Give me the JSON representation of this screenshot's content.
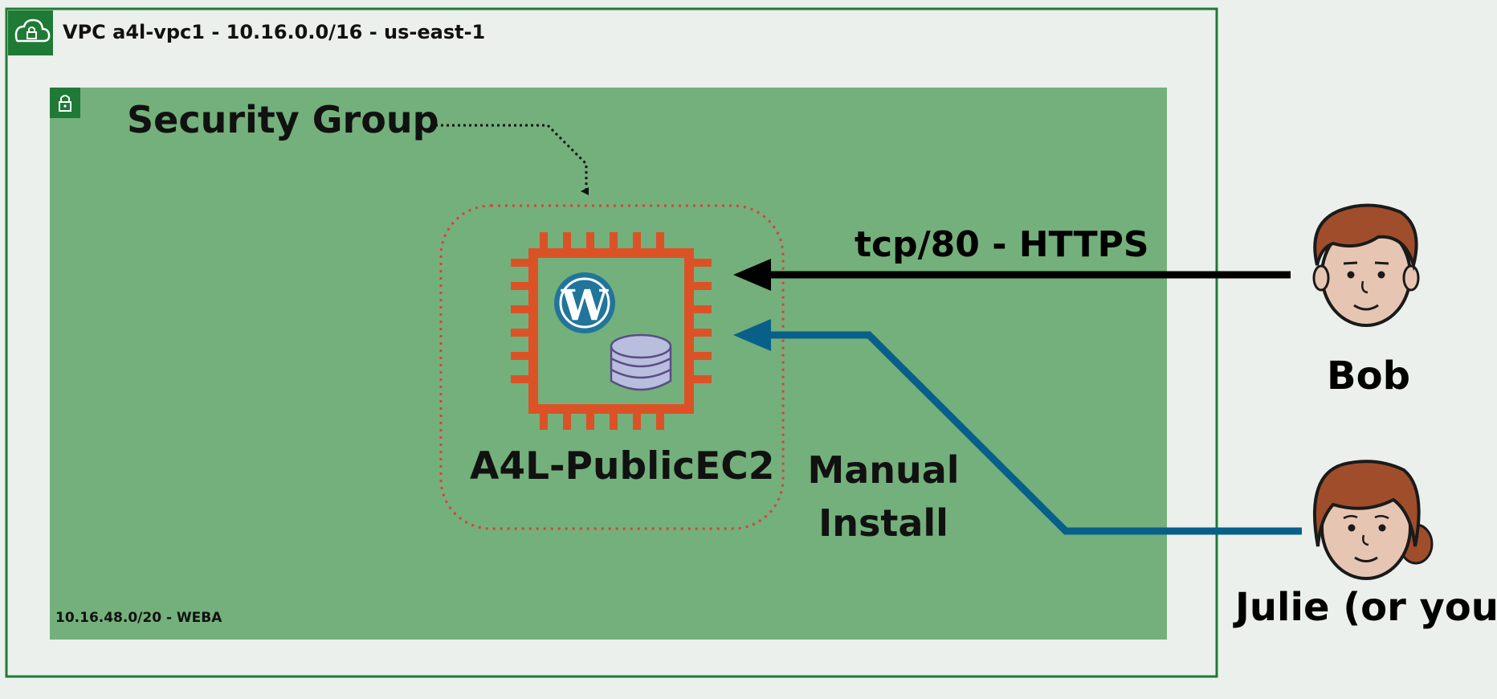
{
  "vpc": {
    "title": "VPC a4l-vpc1 - 10.16.0.0/16 - us-east-1",
    "icon": "cloud-lock-icon"
  },
  "subnet": {
    "label": "10.16.48.0/20 - WEBA",
    "icon": "padlock-icon"
  },
  "security_group": {
    "label": "Security Group"
  },
  "instance": {
    "label": "A4L-PublicEC2",
    "icons": [
      "ec2-chip-icon",
      "wordpress-icon",
      "database-icon"
    ]
  },
  "flows": {
    "web_traffic_label": "tcp/80 - HTTPS",
    "admin_label": "Manual\nInstall"
  },
  "people": [
    {
      "name": "Bob"
    },
    {
      "name": "Julie (or you)"
    }
  ],
  "colors": {
    "background": "#ebf0ec",
    "vpc_border": "#1f7a35",
    "subnet_fill": "#74b07b",
    "ec2_orange": "#dc5227",
    "admin_arrow": "#08608a",
    "wordpress_blue": "#21759b"
  }
}
